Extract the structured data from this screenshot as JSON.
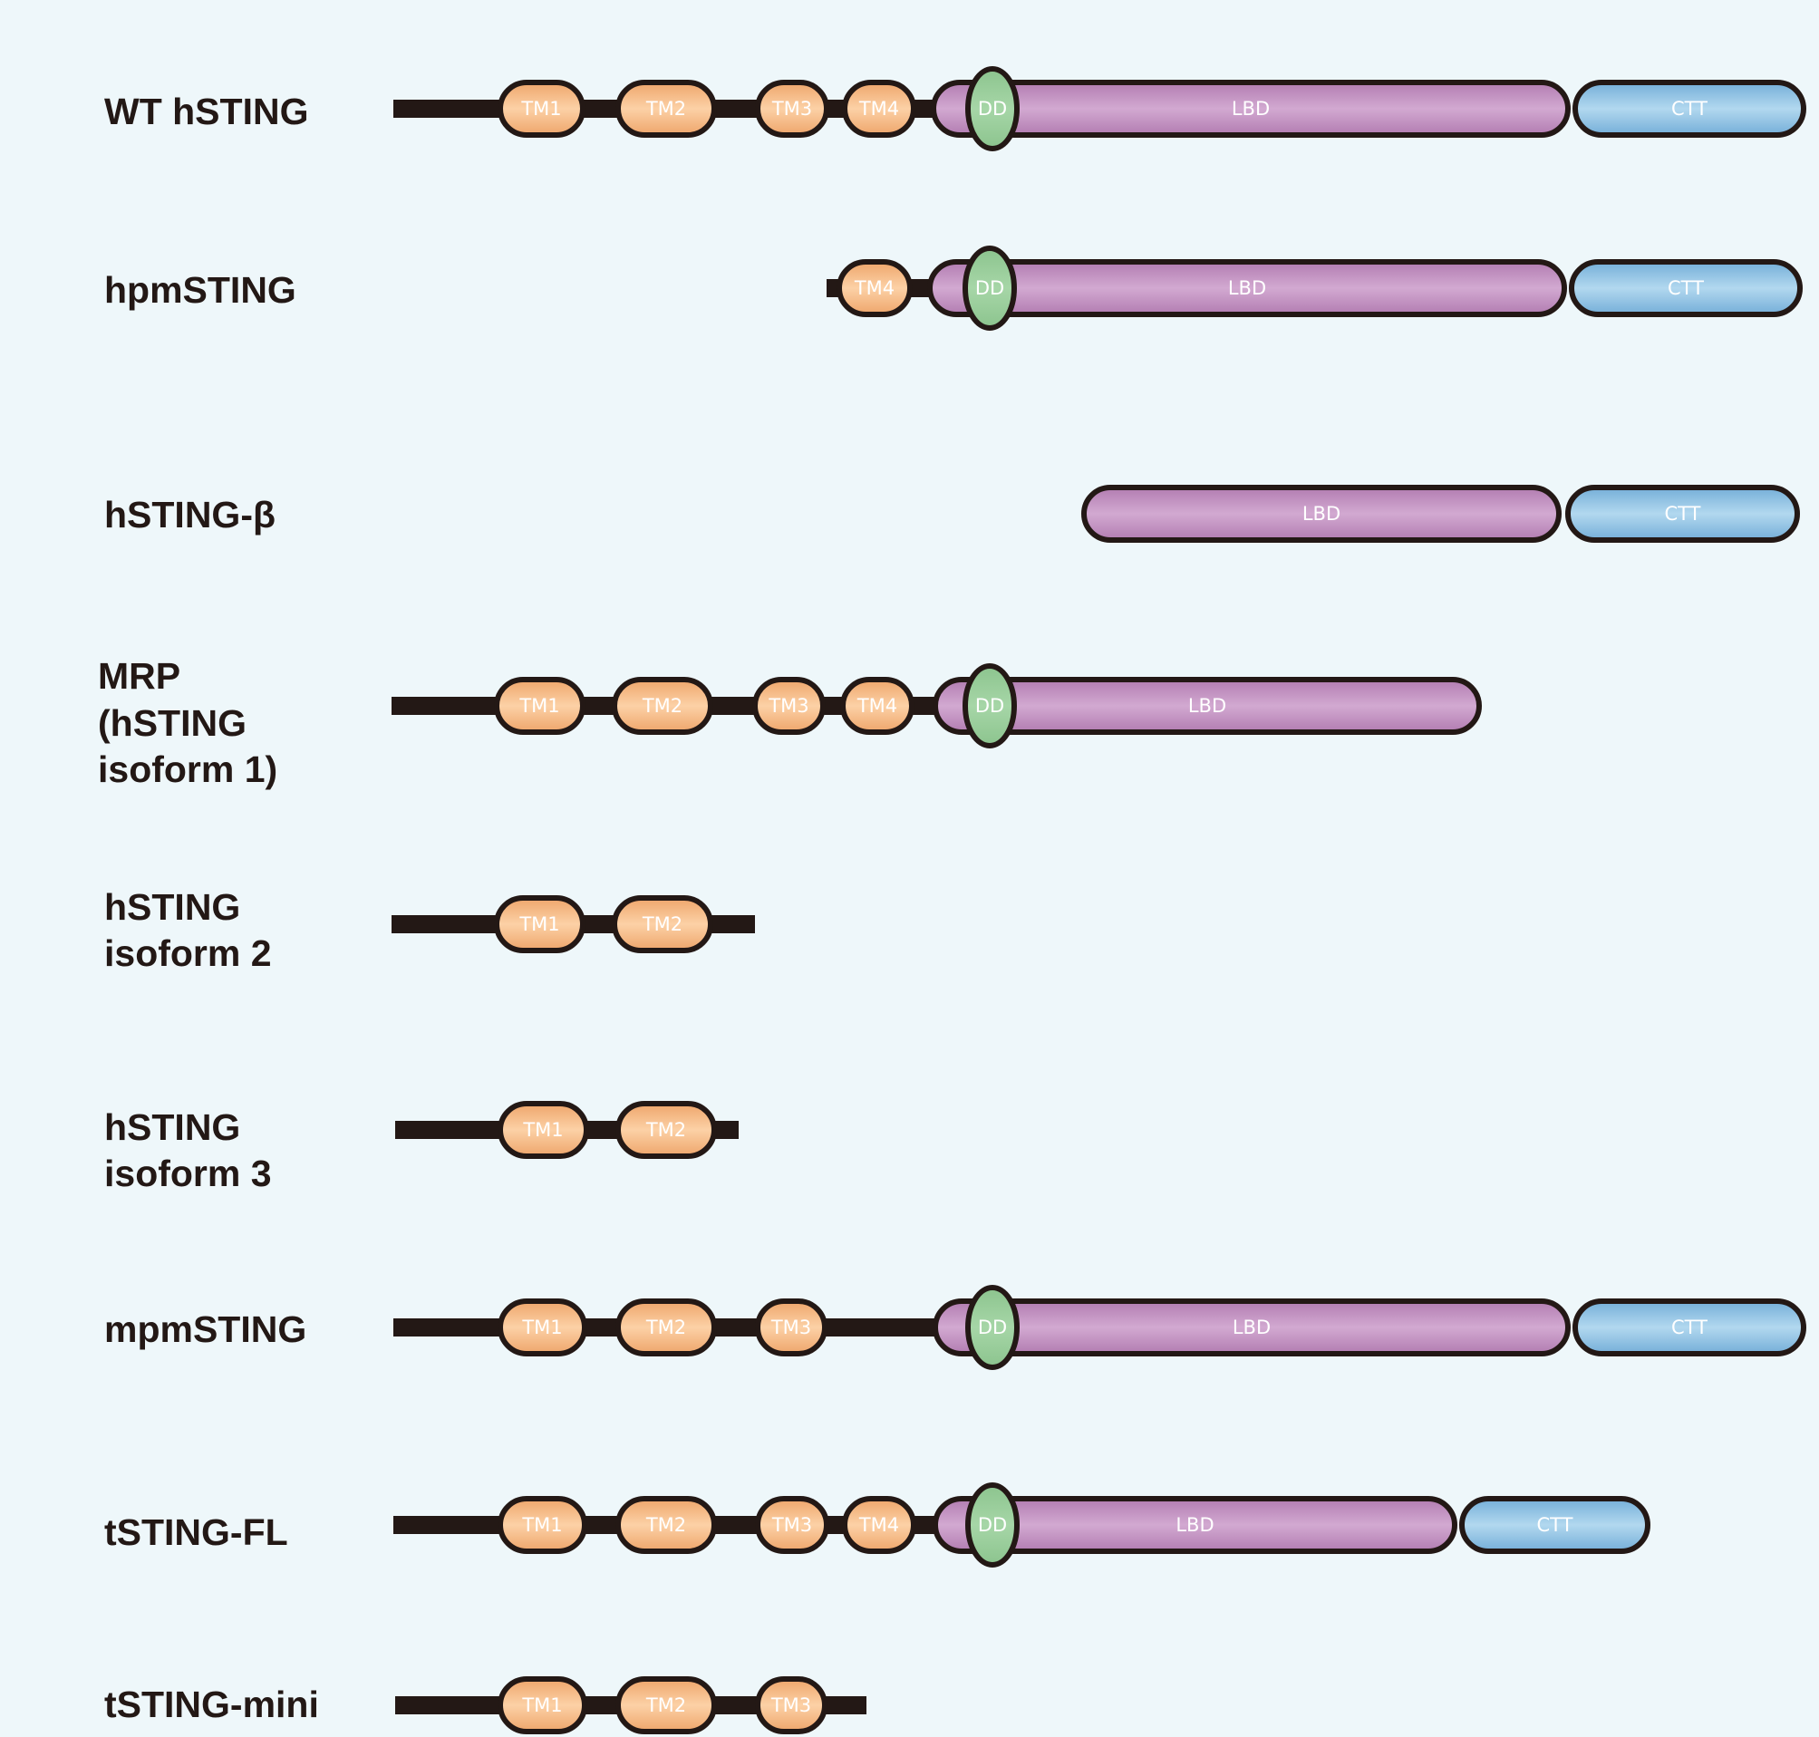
{
  "colors": {
    "background": "#eef7fa",
    "backbone": "#231815",
    "tm": "#f2b078",
    "dd": "#93c995",
    "lbd": "#b985b8",
    "ctt": "#7cb5dc"
  },
  "constructs": [
    {
      "name_lines": [
        "WT hSTING"
      ],
      "domains": [
        {
          "type": "TM",
          "label": "TM1"
        },
        {
          "type": "TM",
          "label": "TM2"
        },
        {
          "type": "TM",
          "label": "TM3"
        },
        {
          "type": "TM",
          "label": "TM4"
        },
        {
          "type": "DD",
          "label": "DD"
        },
        {
          "type": "LBD",
          "label": "LBD"
        },
        {
          "type": "CTT",
          "label": "CTT"
        }
      ]
    },
    {
      "name_lines": [
        "hpmSTING"
      ],
      "domains": [
        {
          "type": "TM",
          "label": "TM4"
        },
        {
          "type": "DD",
          "label": "DD"
        },
        {
          "type": "LBD",
          "label": "LBD"
        },
        {
          "type": "CTT",
          "label": "CTT"
        }
      ]
    },
    {
      "name_lines": [
        "hSTING-β"
      ],
      "domains": [
        {
          "type": "LBD",
          "label": "LBD"
        },
        {
          "type": "CTT",
          "label": "CTT"
        }
      ]
    },
    {
      "name_lines": [
        "MRP",
        "(hSTING",
        "isoform 1)"
      ],
      "domains": [
        {
          "type": "TM",
          "label": "TM1"
        },
        {
          "type": "TM",
          "label": "TM2"
        },
        {
          "type": "TM",
          "label": "TM3"
        },
        {
          "type": "TM",
          "label": "TM4"
        },
        {
          "type": "DD",
          "label": "DD"
        },
        {
          "type": "LBD",
          "label": "LBD"
        }
      ]
    },
    {
      "name_lines": [
        "hSTING",
        "isoform 2"
      ],
      "domains": [
        {
          "type": "TM",
          "label": "TM1"
        },
        {
          "type": "TM",
          "label": "TM2"
        }
      ]
    },
    {
      "name_lines": [
        "hSTING",
        "isoform 3"
      ],
      "domains": [
        {
          "type": "TM",
          "label": "TM1"
        },
        {
          "type": "TM",
          "label": "TM2"
        }
      ]
    },
    {
      "name_lines": [
        "mpmSTING"
      ],
      "domains": [
        {
          "type": "TM",
          "label": "TM1"
        },
        {
          "type": "TM",
          "label": "TM2"
        },
        {
          "type": "TM",
          "label": "TM3"
        },
        {
          "type": "DD",
          "label": "DD"
        },
        {
          "type": "LBD",
          "label": "LBD"
        },
        {
          "type": "CTT",
          "label": "CTT"
        }
      ]
    },
    {
      "name_lines": [
        "tSTING-FL"
      ],
      "domains": [
        {
          "type": "TM",
          "label": "TM1"
        },
        {
          "type": "TM",
          "label": "TM2"
        },
        {
          "type": "TM",
          "label": "TM3"
        },
        {
          "type": "TM",
          "label": "TM4"
        },
        {
          "type": "DD",
          "label": "DD"
        },
        {
          "type": "LBD",
          "label": "LBD"
        },
        {
          "type": "CTT",
          "label": "CTT"
        }
      ]
    },
    {
      "name_lines": [
        "tSTING-mini"
      ],
      "domains": [
        {
          "type": "TM",
          "label": "TM1"
        },
        {
          "type": "TM",
          "label": "TM2"
        },
        {
          "type": "TM",
          "label": "TM3"
        }
      ]
    }
  ]
}
